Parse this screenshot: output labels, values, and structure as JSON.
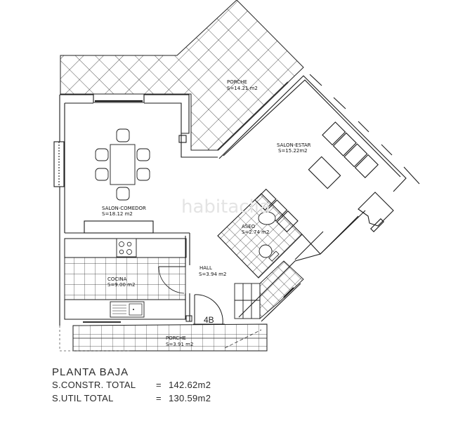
{
  "watermark": "habitaclia",
  "rooms": {
    "porche_top": {
      "name": "PORCHE",
      "area": "S=14.21 m2"
    },
    "salon_estar": {
      "name": "SALON-ESTAR",
      "area": "S=15.22m2"
    },
    "salon_comedor": {
      "name": "SALON-COMEDOR",
      "area": "S=18.12 m2"
    },
    "aseo": {
      "name": "ASEO",
      "area": "S=2.74 m2"
    },
    "cocina": {
      "name": "COCINA",
      "area": "S=9.00 m2"
    },
    "hall": {
      "name": "HALL",
      "area": "S=3.94 m2"
    },
    "porche_bottom": {
      "name": "PORCHE",
      "area": "S=3.91 m2"
    }
  },
  "door_number": "4B",
  "summary": {
    "title": "PLANTA BAJA",
    "rows": [
      {
        "label": "S.CONSTR. TOTAL",
        "eq": "=",
        "value": "142.62m2"
      },
      {
        "label": "S.UTIL TOTAL",
        "eq": "=",
        "value": "130.59m2"
      }
    ]
  },
  "colors": {
    "line": "#1a1a1a",
    "background": "#ffffff"
  }
}
